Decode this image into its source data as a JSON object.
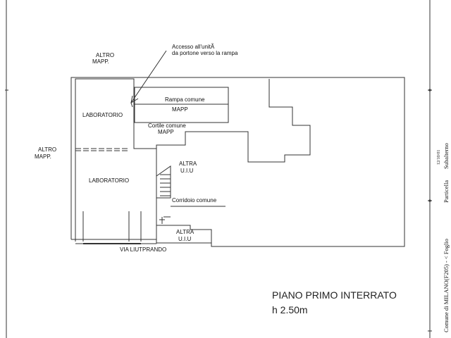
{
  "labels": {
    "access_note_line1": "Accesso all'unitÃ",
    "access_note_line2": "da portone verso la rampa",
    "altro_mapp_top_1": "ALTRO",
    "altro_mapp_top_2": "MAPP.",
    "altro_mapp_left_1": "ALTRO",
    "altro_mapp_left_2": "MAPP.",
    "rampa_comune": "Rampa comune",
    "mapp_rampa": "MAPP",
    "laboratorio_top": "LABORATORIO",
    "cortile_comune": "Cortile comune",
    "mapp_cortile": "MAPP",
    "altra_uiu_1_a": "ALTRA",
    "altra_uiu_1_b": "U.I.U",
    "laboratorio_bottom": "LABORATORIO",
    "corridoio_comune": "Corridoio comune",
    "altra_uiu_2_a": "ALTRA",
    "altra_uiu_2_b": "U.I.U",
    "street": "VIA LIUTPRANDO"
  },
  "title_block": {
    "floor_name": "PIANO PRIMO INTERRATO",
    "height": "h 2.50m"
  },
  "margin_text": {
    "comune_foglio": "Comune di MILANO(F205) - < Foglio",
    "particella": "Particella",
    "subalterno": "Subalterno",
    "stamp_small": "12/10/01"
  }
}
